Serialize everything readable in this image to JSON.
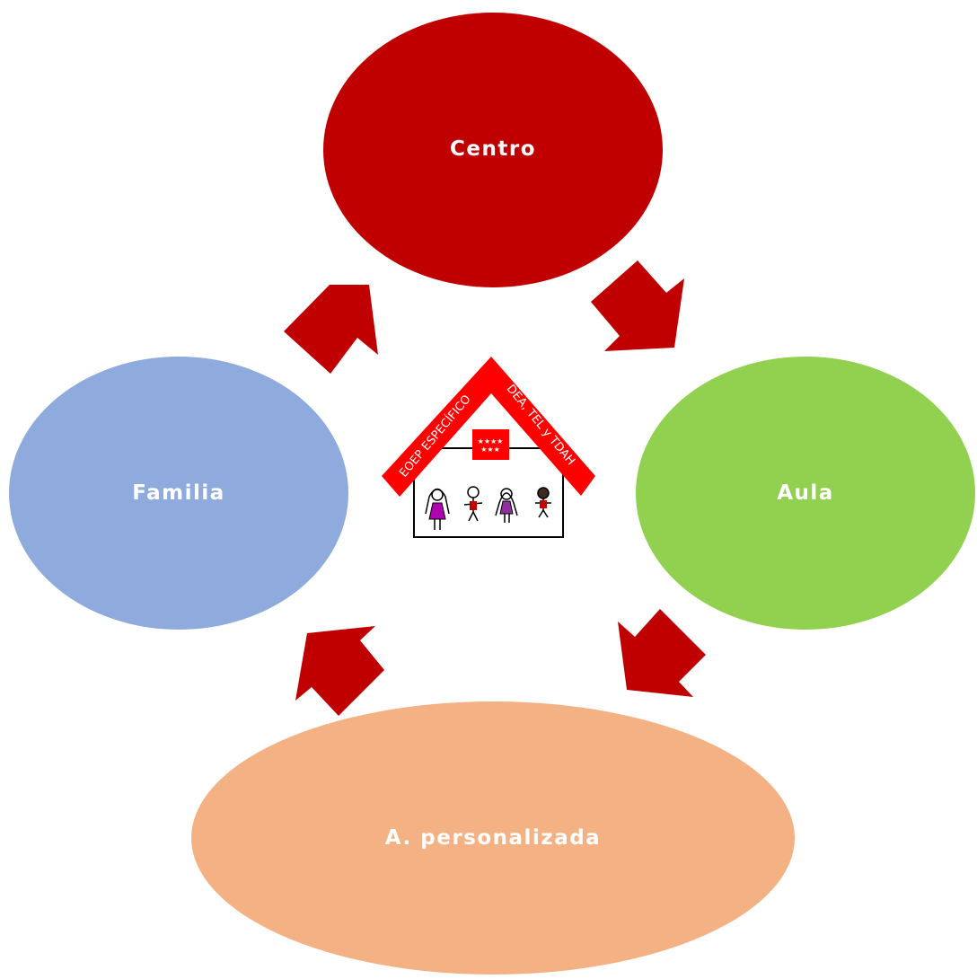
{
  "nodes": {
    "centro": {
      "label": "Centro",
      "color": "#c00000"
    },
    "aula": {
      "label": "Aula",
      "color": "#92d050"
    },
    "personalizada": {
      "label": "A. personalizada",
      "color": "#f4b183"
    },
    "familia": {
      "label": "Familia",
      "color": "#8faadc"
    }
  },
  "arrows": {
    "color": "#c00000"
  },
  "logo": {
    "left_text": "EOEP ESPECÍFICO",
    "right_text": "DEA, TEL y TDAH",
    "roof_color": "#ff0000",
    "flag_stars": "★★★★",
    "flag_stars_row2": "★★★"
  }
}
